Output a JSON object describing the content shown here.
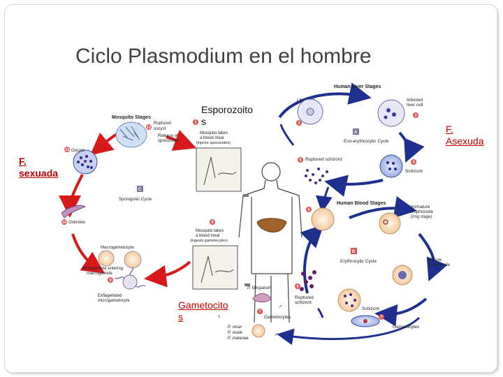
{
  "title": "Ciclo Plasmodium en el hombre",
  "overlay_labels": {
    "esporozoitos_l1": "Esporozoito",
    "esporozoitos_l2": "s",
    "f_asexuada_l1": "F.",
    "f_asexuada_l2": "Asexuda",
    "f_sexuada_l1": "F.",
    "f_sexuada_l2": "sexuada",
    "gametocitos_l1": "Gametocito",
    "gametocitos_l2": "s"
  },
  "diagram": {
    "mosquito_stages": "Mosquito Stages",
    "ruptured_oocyst_l1": "Ruptured",
    "ruptured_oocyst_l2": "oocyst",
    "release_l1": "Release of",
    "release_l2": "sporozoites",
    "mosquito_meal1_l1": "Mosquito takes",
    "mosquito_meal1_l2": "a blood meal",
    "mosquito_meal1_l3": "(injects sporozoites)",
    "oocyst": "Oocyst",
    "sporogonic_cycle": "Sporogonic Cycle",
    "ookinete": "Ookinete",
    "macrogametocyte": "Macrogametocyte",
    "microgamete_l1": "Microgamete entering",
    "microgamete_l2": "macrogamete",
    "exflagellated_l1": "Exflagellated",
    "exflagellated_l2": "microgametocyte",
    "mosquito_meal2_l1": "Mosquito takes",
    "mosquito_meal2_l2": "a blood meal",
    "mosquito_meal2_l3": "(ingests gametocytes)",
    "human_liver_stages": "Human Liver Stages",
    "liver_cell": "Liver cell",
    "infected_l1": "Infected",
    "infected_l2": "liver cell",
    "exo_cycle": "Exo-erythrocytic Cycle",
    "ruptured_schizont": "Ruptured schizont",
    "schizont_liver": "Schizont",
    "human_blood_stages": "Human Blood Stages",
    "immature_l1": "Immature",
    "immature_l2": "trophozoite",
    "immature_l3": "(ring stage)",
    "erythrocytic_cycle": "Erythrocytic Cycle",
    "mature_l1": "Mature",
    "mature_l2": "trophozoite",
    "p_falciparum": "P. falciparum",
    "ruptured_schizont_blood_l1": "Ruptured",
    "ruptured_schizont_blood_l2": "schizont",
    "schizont_blood": "Schizont",
    "gametocytes1": "Gametocytes",
    "gametocytes2": "Gametocytes",
    "p_vivax": "P. vivax",
    "p_ovale": "P. ovale",
    "p_malariae": "P. malariae",
    "letters": [
      "A",
      "B",
      "C"
    ],
    "steps": [
      "1",
      "2",
      "3",
      "4",
      "5",
      "6",
      "7",
      "8",
      "9",
      "10",
      "11",
      "12"
    ]
  },
  "colors": {
    "arrow_red": "#d7191c",
    "arrow_blue": "#1f2f8f",
    "label_red": "#c00000",
    "step_red": "#e05050",
    "letter_gray": "#7a7a9a"
  }
}
